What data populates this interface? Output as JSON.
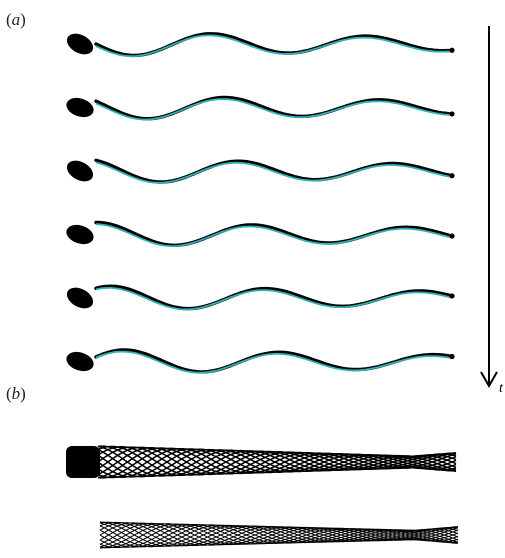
{
  "panel_a_label": "a",
  "panel_b_label": "b",
  "time_axis_label": "t",
  "colors": {
    "sperm_body": "#000000",
    "model_fit": "#2bb3b8",
    "background": "#ffffff"
  },
  "panel_a": {
    "frames": [
      {
        "phase": 0.0
      },
      {
        "phase": 0.55
      },
      {
        "phase": 1.1
      },
      {
        "phase": 1.65
      },
      {
        "phase": 2.2
      },
      {
        "phase": 2.75
      }
    ]
  }
}
